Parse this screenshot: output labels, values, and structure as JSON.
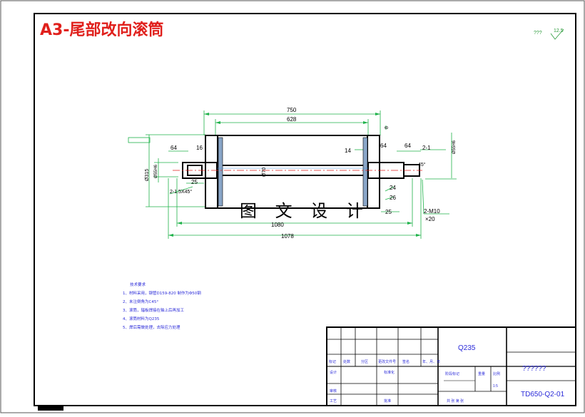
{
  "drawing_title": "A3-尾部改向滚筒",
  "watermark": "图 文 设 计",
  "roughness": {
    "symbol_text": "???",
    "value": "12.5"
  },
  "dimensions": {
    "overall_inner": "750",
    "bore_span": "628",
    "length_1080": "1080",
    "length_1078": "1078",
    "left_shaft_64": "64",
    "left_16": "16",
    "left_25": "25",
    "right_14": "14",
    "right_64": "64",
    "right_64b": "64",
    "right_25": "25",
    "right_24": "24",
    "right_26": "26",
    "right_2dash1": "2-1",
    "diam_315": "Ø315",
    "diam_55": "Ø55H6",
    "diam_70": "Ø70",
    "chamfer_left": "2-1.5X45°",
    "chamfer_right": "45°",
    "thread": "2-M10",
    "thread_depth": "×20",
    "small_8": "8"
  },
  "technical_notes": {
    "heading": "技术要求",
    "items": [
      "1、材料采用，钢管D159-820 制作为Φ50钢",
      "2、未注倒角为C45°",
      "3、滚筒，辐板焊接在轴上后再加工",
      "4、滚筒材料为Q235",
      "5、焊后需做处理，去除应力处理"
    ]
  },
  "title_block": {
    "material": "Q235",
    "drawing_name": "??????",
    "drawing_number": "TD650-Q2-01",
    "revision_headers": [
      "标记",
      "处数",
      "分区",
      "更改文件号",
      "签名",
      "年、月、日"
    ],
    "design_label": "设计",
    "standardization_label": "标准化",
    "stage_label": "阶段标记",
    "weight_label": "重量",
    "scale_label": "比例",
    "scale_value": "1:5",
    "check_label": "审核",
    "process_label": "工艺",
    "approve_label": "批准",
    "sheet_label": "共  张  第  张"
  }
}
